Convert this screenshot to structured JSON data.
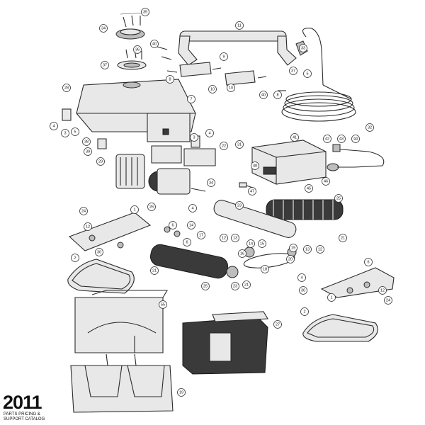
{
  "catalog": {
    "year": "2011",
    "subtitle_line1": "PARTS PRICING &",
    "subtitle_line2": "SUPPORT CATALOG"
  },
  "callouts": [
    {
      "id": "c35a",
      "label": "35"
    },
    {
      "id": "c34",
      "label": "34"
    },
    {
      "id": "c36",
      "label": "36"
    },
    {
      "id": "c37a",
      "label": "37"
    },
    {
      "id": "c40a",
      "label": "40"
    },
    {
      "id": "c8a",
      "label": "8"
    },
    {
      "id": "c11",
      "label": "11"
    },
    {
      "id": "c9",
      "label": "9"
    },
    {
      "id": "c10a",
      "label": "10"
    },
    {
      "id": "c10b",
      "label": "10"
    },
    {
      "id": "c7",
      "label": "7"
    },
    {
      "id": "c40b",
      "label": "40"
    },
    {
      "id": "c8b",
      "label": "8"
    },
    {
      "id": "c33",
      "label": "33"
    },
    {
      "id": "c37b",
      "label": "37"
    },
    {
      "id": "c5a",
      "label": "5"
    },
    {
      "id": "c32",
      "label": "32"
    },
    {
      "id": "c28",
      "label": "28"
    },
    {
      "id": "c4a",
      "label": "4"
    },
    {
      "id": "c3a",
      "label": "3"
    },
    {
      "id": "c5b",
      "label": "5"
    },
    {
      "id": "c3b",
      "label": "3"
    },
    {
      "id": "c4b",
      "label": "4"
    },
    {
      "id": "c38",
      "label": "38"
    },
    {
      "id": "c39",
      "label": "39"
    },
    {
      "id": "c22",
      "label": "22"
    },
    {
      "id": "c31",
      "label": "31"
    },
    {
      "id": "c41",
      "label": "41"
    },
    {
      "id": "c42",
      "label": "42"
    },
    {
      "id": "c43",
      "label": "43"
    },
    {
      "id": "c44",
      "label": "44"
    },
    {
      "id": "c29",
      "label": "29"
    },
    {
      "id": "c48",
      "label": "48"
    },
    {
      "id": "c45",
      "label": "45"
    },
    {
      "id": "c46",
      "label": "46"
    },
    {
      "id": "c47",
      "label": "47"
    },
    {
      "id": "c26",
      "label": "26"
    },
    {
      "id": "c34b",
      "label": "34"
    },
    {
      "id": "c4c",
      "label": "4"
    },
    {
      "id": "c25a",
      "label": "25"
    },
    {
      "id": "c24a",
      "label": "24"
    },
    {
      "id": "c1a",
      "label": "1"
    },
    {
      "id": "c12a",
      "label": "12"
    },
    {
      "id": "c6a",
      "label": "6"
    },
    {
      "id": "c14a",
      "label": "14"
    },
    {
      "id": "c17",
      "label": "17"
    },
    {
      "id": "c6b",
      "label": "6"
    },
    {
      "id": "c23a",
      "label": "23"
    },
    {
      "id": "c21a",
      "label": "21"
    },
    {
      "id": "c13a",
      "label": "13"
    },
    {
      "id": "c12b",
      "label": "12"
    },
    {
      "id": "c14b",
      "label": "14"
    },
    {
      "id": "c15",
      "label": "15"
    },
    {
      "id": "c16",
      "label": "16"
    },
    {
      "id": "c18",
      "label": "18"
    },
    {
      "id": "c19",
      "label": "19"
    },
    {
      "id": "c20",
      "label": "20"
    },
    {
      "id": "c13b",
      "label": "13"
    },
    {
      "id": "c12c",
      "label": "12"
    },
    {
      "id": "c30a",
      "label": "30"
    },
    {
      "id": "c2a",
      "label": "2"
    },
    {
      "id": "c21b",
      "label": "21"
    },
    {
      "id": "c25b",
      "label": "25"
    },
    {
      "id": "c23b",
      "label": "23"
    },
    {
      "id": "c21c",
      "label": "21"
    },
    {
      "id": "c6c",
      "label": "6"
    },
    {
      "id": "c4d",
      "label": "4"
    },
    {
      "id": "c30b",
      "label": "30"
    },
    {
      "id": "c12d",
      "label": "12"
    },
    {
      "id": "c24b",
      "label": "24"
    },
    {
      "id": "c1b",
      "label": "1"
    },
    {
      "id": "c55",
      "label": "55"
    },
    {
      "id": "c2b",
      "label": "2"
    },
    {
      "id": "c27",
      "label": "27"
    },
    {
      "id": "c19b",
      "label": "19"
    }
  ]
}
